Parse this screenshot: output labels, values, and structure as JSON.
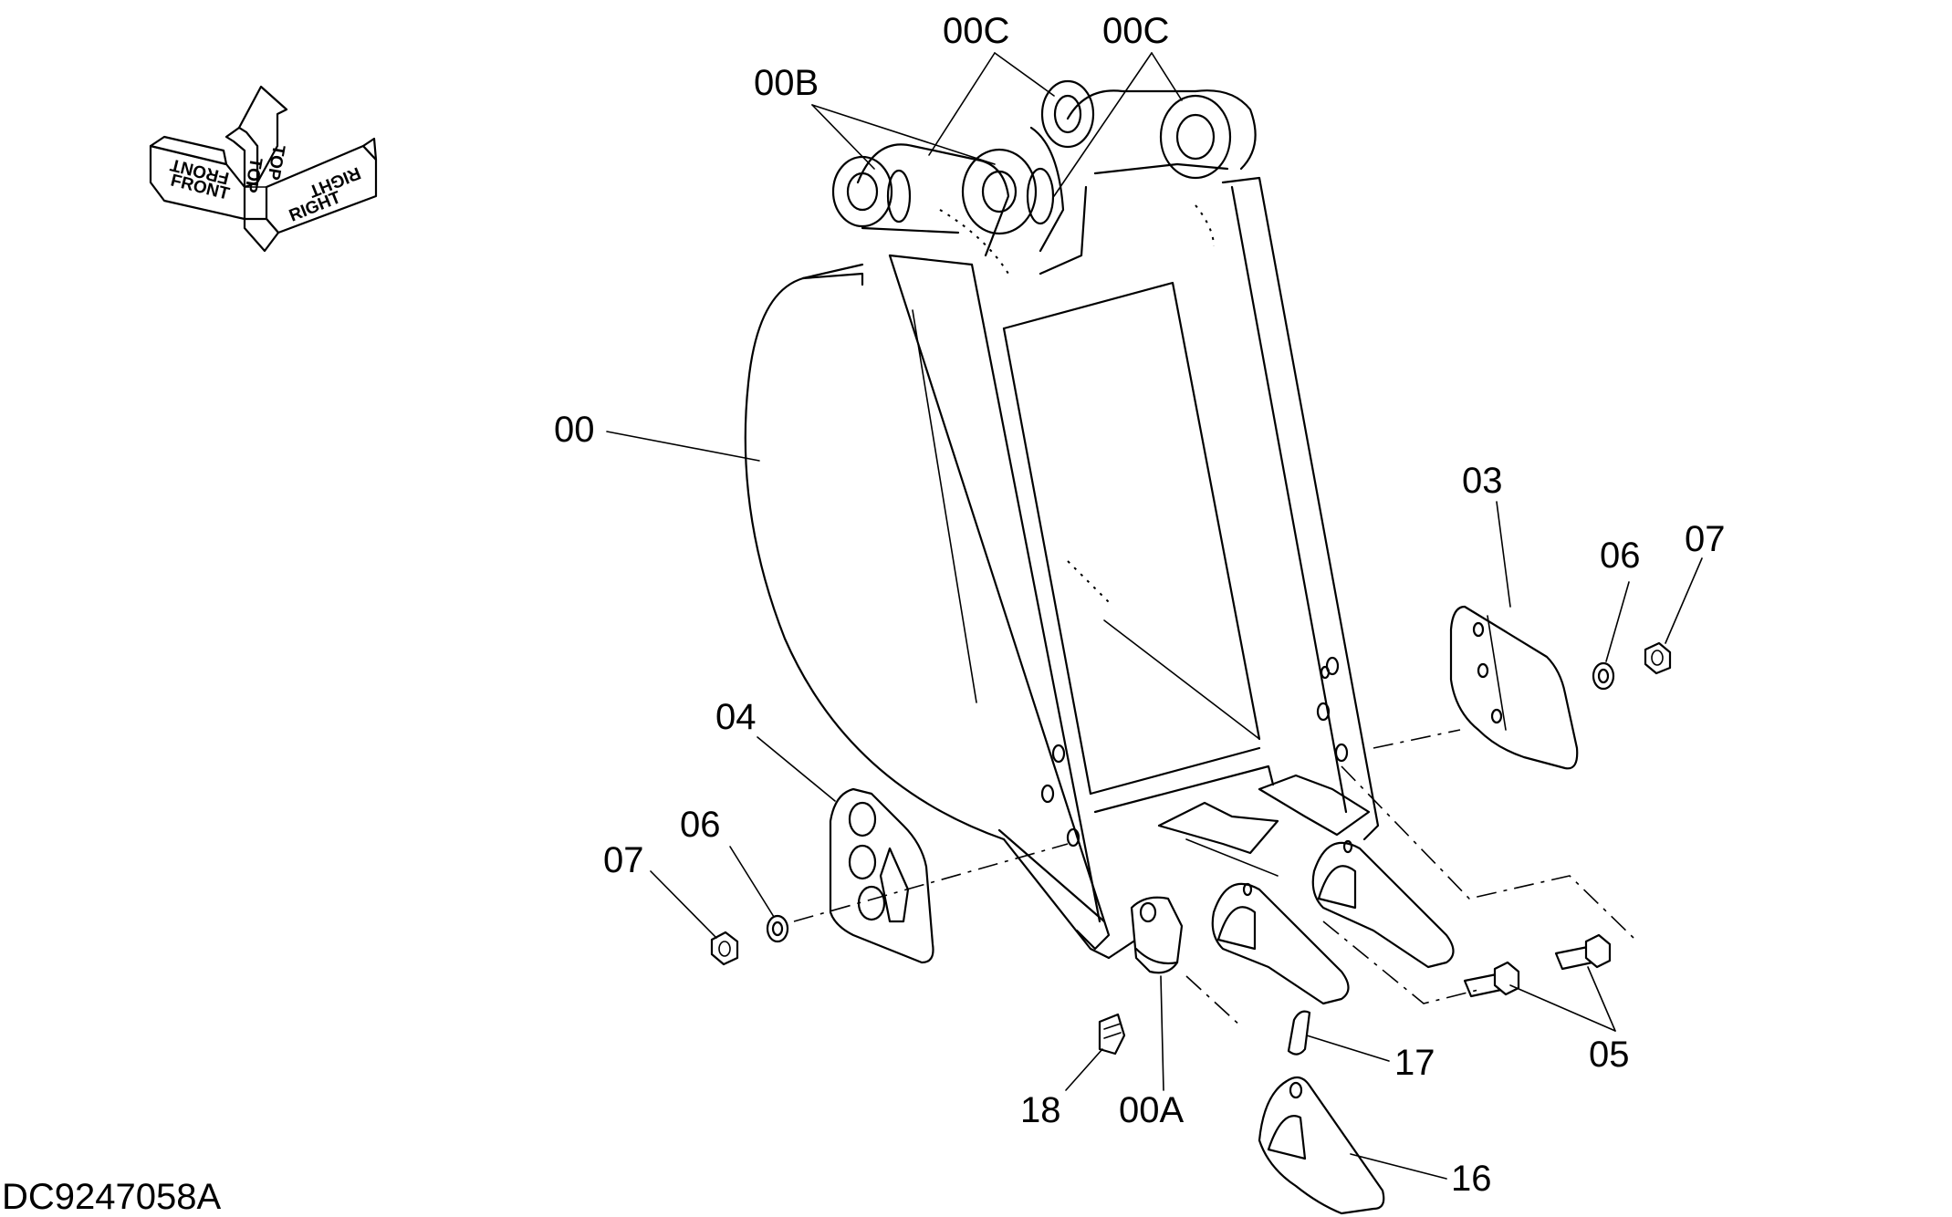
{
  "orientation": {
    "front_label": "FRONT",
    "top_label": "TOP",
    "right_label": "RIGHT"
  },
  "callouts": {
    "bucket": "00",
    "tooth_adapter": "00A",
    "pin": "00B",
    "bushing_left": "00C",
    "bushing_right": "00C",
    "side_cutter_right": "03",
    "side_cutter_left": "04",
    "bolt": "05",
    "washer_right": "06",
    "washer_left": "06",
    "nut_right": "07",
    "nut_left": "07",
    "tooth": "16",
    "tooth_pin": "17",
    "lock": "18"
  },
  "drawing_code": "DC9247058A"
}
